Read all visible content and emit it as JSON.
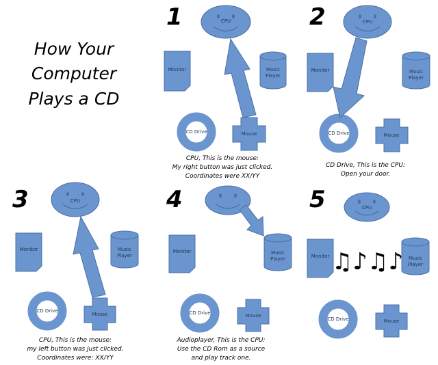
{
  "title": [
    "How Your",
    "Computer",
    "Plays a CD"
  ],
  "labels": {
    "cpu": "CPU",
    "monitor": "Monitor",
    "music_player": [
      "Music",
      "Player"
    ],
    "cd_drive": "CD Drive",
    "mouse": "Mouse"
  },
  "notes": "♫♪♫♪",
  "steps": [
    {
      "number": "1",
      "caption": [
        "CPU, This is the mouse:",
        "My right button was just clicked.",
        "Coordinates were XX/YY"
      ]
    },
    {
      "number": "2",
      "caption": [
        "CD Drive, This is the CPU:",
        "Open your door."
      ]
    },
    {
      "number": "3",
      "caption": [
        "CPU, This is the mouse:",
        "my left button was just clicked.",
        "Coordinates were: XX/YY"
      ]
    },
    {
      "number": "4",
      "caption": [
        "Audioplayer, This is the CPU:",
        "Use the CD Rom as a source",
        "and play track one."
      ]
    },
    {
      "number": "5",
      "caption": []
    }
  ],
  "colors": {
    "shape_fill": "#6b95cf",
    "shape_stroke": "#4a6fa5",
    "background": "#ffffff"
  }
}
